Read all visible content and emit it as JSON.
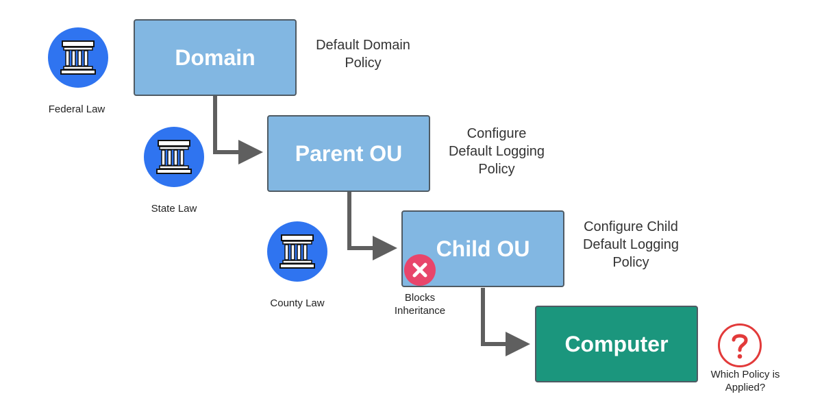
{
  "boxes": {
    "domain": "Domain",
    "parent_ou": "Parent OU",
    "child_ou": "Child OU",
    "computer": "Computer"
  },
  "descriptions": {
    "domain": "Default Domain\nPolicy",
    "parent_ou": "Configure\nDefault Logging\nPolicy",
    "child_ou": "Configure Child\nDefault Logging\nPolicy"
  },
  "laws": {
    "federal": "Federal Law",
    "state": "State Law",
    "county": "County Law"
  },
  "blocks_inheritance": "Blocks\nInheritance",
  "which_policy": "Which Policy is\nApplied?",
  "colors": {
    "box_blue": "#82b7e2",
    "box_green": "#1b967d",
    "law_blue": "#2f74f0",
    "block_red": "#e8456b",
    "question_red": "#e23a3a",
    "arrow_gray": "#5f5f5f"
  },
  "icons": {
    "law": "courthouse-icon",
    "block": "x-circle-icon",
    "question": "question-mark-icon"
  }
}
